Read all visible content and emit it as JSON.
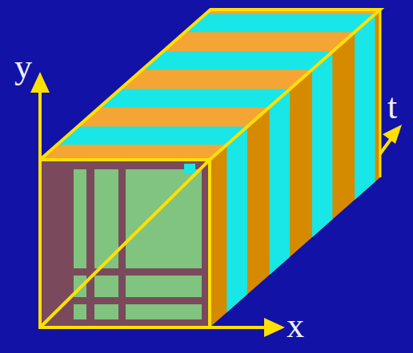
{
  "diagram": {
    "labels": [
      "y",
      "t",
      "x"
    ]
  }
}
